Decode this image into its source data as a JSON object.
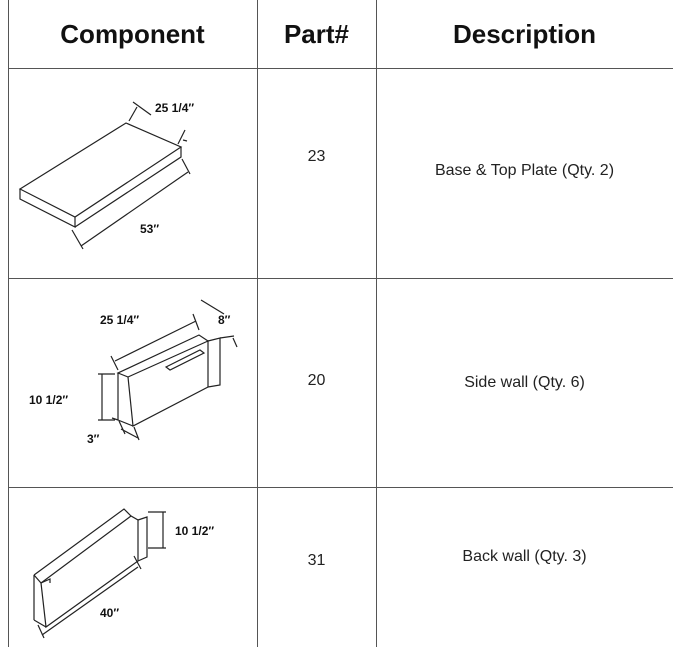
{
  "headers": {
    "component": "Component",
    "part": "Part#",
    "description": "Description"
  },
  "rows": [
    {
      "part": "23",
      "description": "Base & Top Plate (Qty. 2)",
      "dims": {
        "width": "25 1/4″",
        "length": "53″"
      }
    },
    {
      "part": "20",
      "description": "Side wall (Qty. 6)",
      "dims": {
        "length": "25 1/4″",
        "depth": "8″",
        "height": "10 1/2″",
        "thickness": "3″"
      }
    },
    {
      "part": "31",
      "description": "Back wall (Qty. 3)",
      "dims": {
        "height": "10 1/2″",
        "length": "40″"
      }
    }
  ]
}
